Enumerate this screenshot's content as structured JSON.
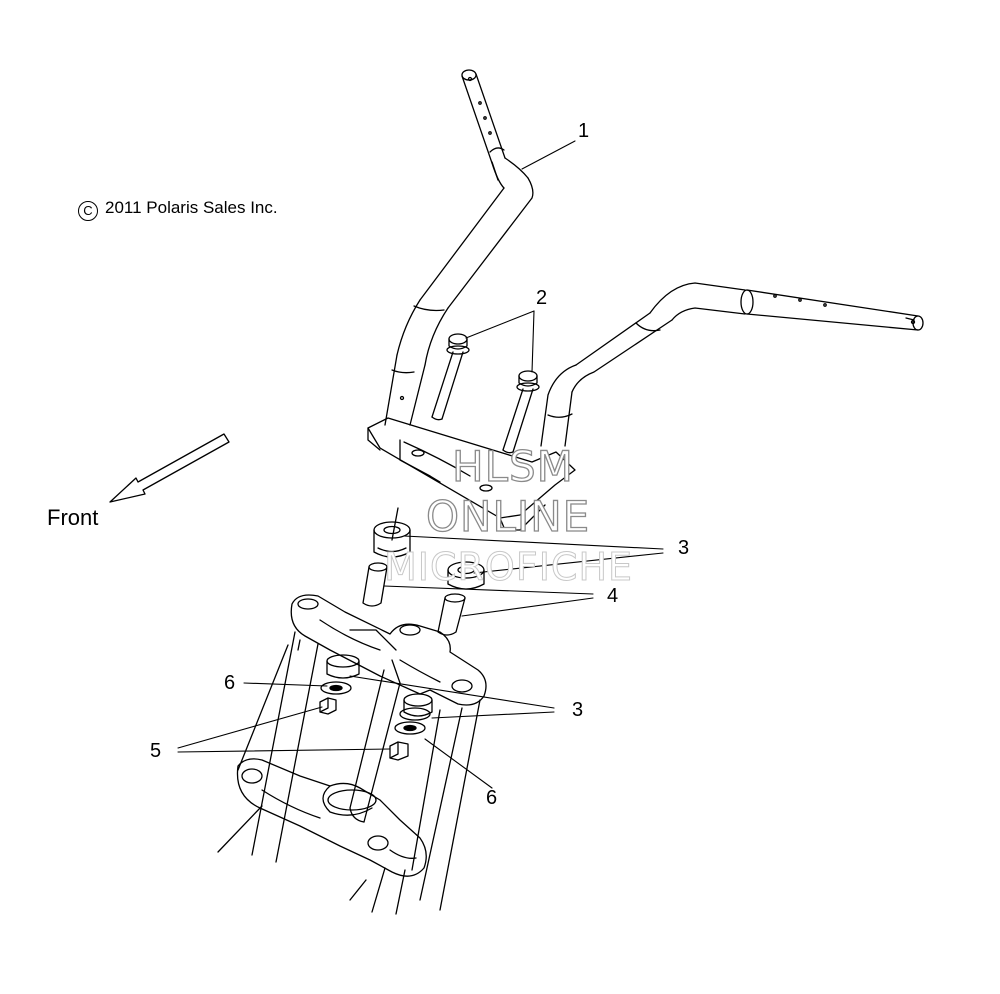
{
  "copyright": {
    "symbol": "C",
    "text": "2011 Polaris Sales Inc."
  },
  "direction": {
    "label": "Front"
  },
  "callouts": [
    {
      "id": "1",
      "label": "1"
    },
    {
      "id": "2",
      "label": "2"
    },
    {
      "id": "3a",
      "label": "3"
    },
    {
      "id": "4",
      "label": "4"
    },
    {
      "id": "6a",
      "label": "6"
    },
    {
      "id": "3b",
      "label": "3"
    },
    {
      "id": "5",
      "label": "5"
    },
    {
      "id": "6b",
      "label": "6"
    }
  ],
  "watermark": {
    "line1": "HLSM",
    "line2": "ONLINE",
    "line3": "MICROFICHE"
  },
  "icons": [
    "front-arrow-icon",
    "copyright-icon"
  ]
}
